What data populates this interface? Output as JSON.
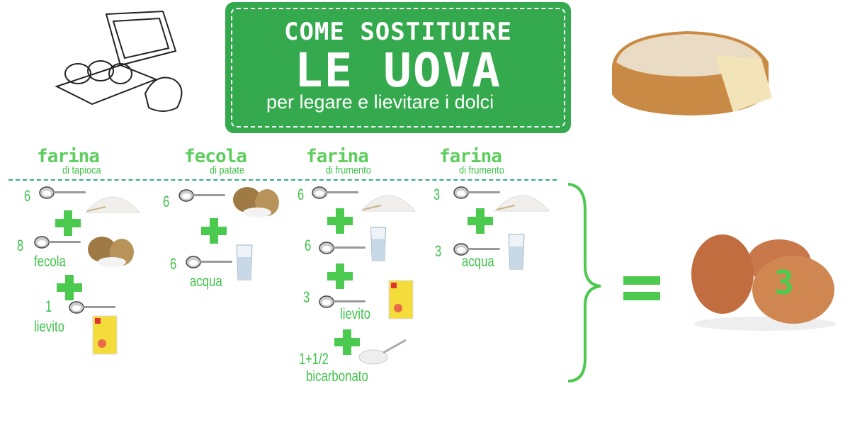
{
  "title": {
    "line1": "COME SOSTITUIRE",
    "line2": "LE UOVA",
    "line3": "per legare e lievitare i dolci"
  },
  "columns": [
    {
      "heading": "farina",
      "subheading": "di tapioca",
      "items": [
        {
          "qty": "6",
          "ingredient": "flour"
        },
        {
          "qty": "8",
          "label": "fecola",
          "ingredient": "potato-starch"
        },
        {
          "qty": "1",
          "label": "lievito",
          "ingredient": "yeast"
        }
      ]
    },
    {
      "heading": "fecola",
      "subheading": "di patate",
      "items": [
        {
          "qty": "6",
          "ingredient": "potato-starch"
        },
        {
          "qty": "6",
          "label": "acqua",
          "ingredient": "water"
        }
      ]
    },
    {
      "heading": "farina",
      "subheading": "di frumento",
      "items": [
        {
          "qty": "6",
          "ingredient": "flour"
        },
        {
          "qty": "6",
          "ingredient": "water"
        },
        {
          "qty": "3",
          "label": "lievito",
          "ingredient": "yeast"
        },
        {
          "qty": "1+1/2",
          "label": "bicarbonato",
          "ingredient": "baking-soda"
        }
      ]
    },
    {
      "heading": "farina",
      "subheading": "di frumento",
      "items": [
        {
          "qty": "3",
          "ingredient": "flour"
        },
        {
          "qty": "3",
          "label": "acqua",
          "ingredient": "water"
        }
      ]
    }
  ],
  "result": {
    "eggs": "3"
  },
  "colors": {
    "green": "#3fc24a",
    "title_bg": "#35a94d"
  }
}
